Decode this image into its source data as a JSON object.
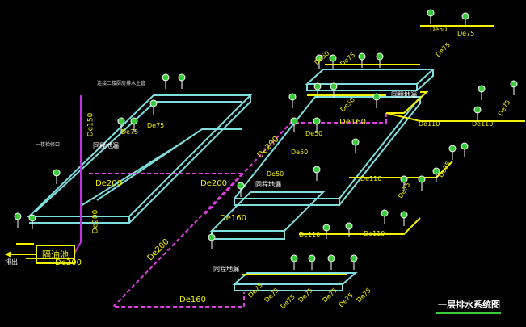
{
  "diagram": {
    "title": "一层排水系统图",
    "notes": {
      "connect_kitchen_main": "连接二楼厨房排水主管",
      "clean_port": "一楼检修口",
      "grease_tank": "隔油池",
      "discharge": "排出"
    },
    "pit_label": "同程地漏",
    "pipe_labels": [
      "De50",
      "De75",
      "De75",
      "De50",
      "De75",
      "De50",
      "De150",
      "De75",
      "De75",
      "De160",
      "De110",
      "De110",
      "De75",
      "De50",
      "De50",
      "De200",
      "De200",
      "De50",
      "De110",
      "De75",
      "De75",
      "De200",
      "De160",
      "De200",
      "De110",
      "De110",
      "De200",
      "De160",
      "De75",
      "De75",
      "De75",
      "De75",
      "De75",
      "De75",
      "De75"
    ]
  },
  "colors": {
    "background": "#000000",
    "pipe_yellow": "#f2f200",
    "pipe_magenta": "#e040e0",
    "slab_cyan": "#7fdede",
    "fixture_green": "#3acb3a"
  }
}
